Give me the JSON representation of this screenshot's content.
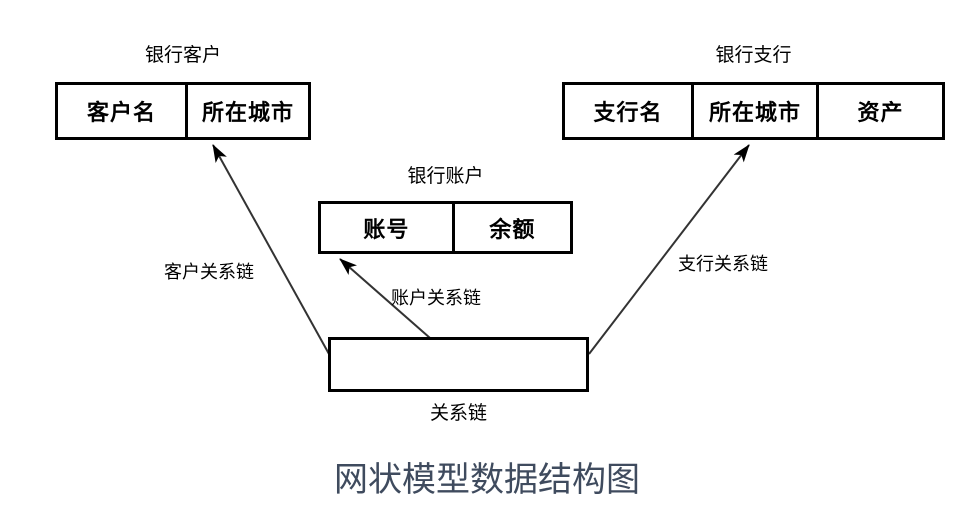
{
  "figure": {
    "title": "网状模型数据结构图",
    "title_color": "#3f4b5e",
    "background": "#ffffff",
    "line_color": "#000000"
  },
  "entities": [
    {
      "id": "bank-customer",
      "caption": "银行客户",
      "fields": [
        "客户名",
        "所在城市"
      ]
    },
    {
      "id": "bank-branch",
      "caption": "银行支行",
      "fields": [
        "支行名",
        "所在城市",
        "资产"
      ]
    },
    {
      "id": "bank-account",
      "caption": "银行账户",
      "fields": [
        "账号",
        "余额"
      ]
    },
    {
      "id": "link-record",
      "caption": "关系链",
      "fields": []
    }
  ],
  "links": [
    {
      "id": "customer-link",
      "label": "客户关系链",
      "from": "link-record",
      "to": "bank-customer"
    },
    {
      "id": "account-link",
      "label": "账户关系链",
      "from": "link-record",
      "to": "bank-account"
    },
    {
      "id": "branch-link",
      "label": "支行关系链",
      "from": "link-record",
      "to": "bank-branch"
    }
  ]
}
